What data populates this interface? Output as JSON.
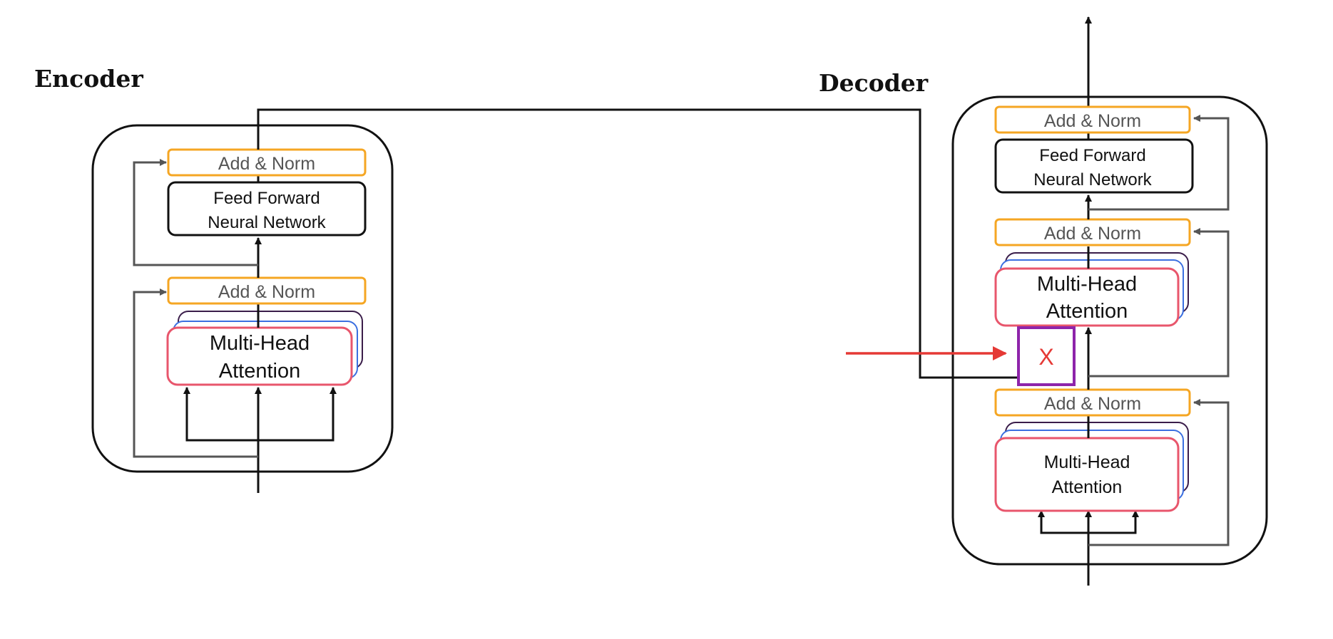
{
  "encoder": {
    "title": "Encoder",
    "add_norm_top": "Add & Norm",
    "ffn_line1": "Feed Forward",
    "ffn_line2": "Neural Network",
    "add_norm_bottom": "Add & Norm",
    "mha_line1": "Multi-Head",
    "mha_line2": "Attention"
  },
  "decoder": {
    "title": "Decoder",
    "add_norm_top": "Add & Norm",
    "ffn_line1": "Feed Forward",
    "ffn_line2": "Neural Network",
    "add_norm_middle": "Add & Norm",
    "cross_mha_line1": "Multi-Head",
    "cross_mha_line2": "Attention",
    "x_marker": "X",
    "add_norm_bottom": "Add & Norm",
    "self_mha_line1": "Multi-Head",
    "self_mha_line2": "Attention"
  },
  "colors": {
    "norm_border": "#f5a623",
    "mha_front": "#e8566c",
    "mha_mid": "#3b6fe0",
    "mha_back": "#3a1d4a",
    "x_box": "#8e24aa",
    "red_arrow": "#e53935",
    "residual": "#555555",
    "line": "#111111"
  }
}
